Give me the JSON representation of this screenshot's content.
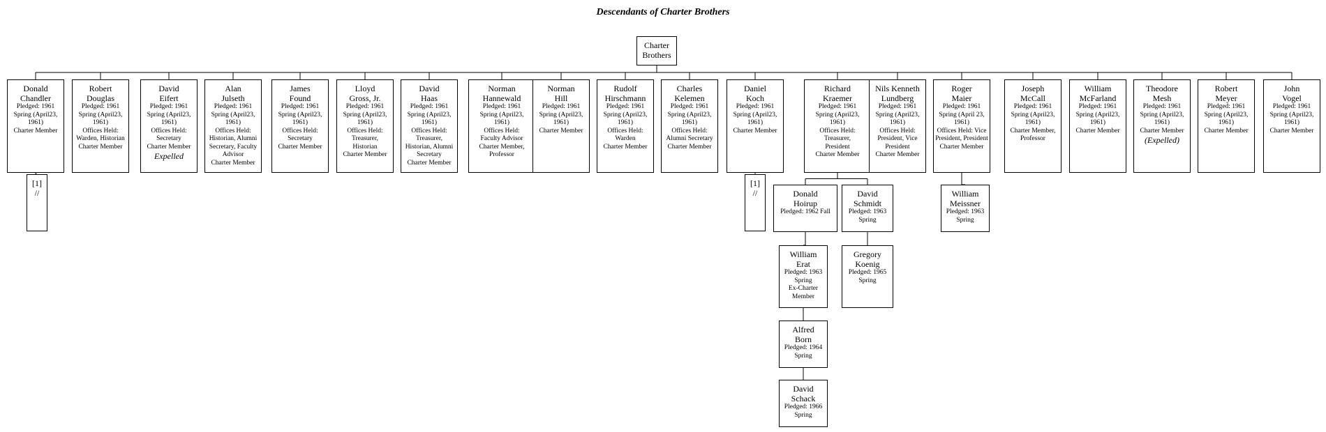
{
  "title": "Descendants of Charter Brothers",
  "root": {
    "name": [
      "Charter",
      "Brothers"
    ]
  },
  "members": [
    {
      "name": [
        "Donald",
        "Chandler"
      ],
      "lines": [
        "Pledged: 1961",
        "Spring (April23,",
        "1961)",
        "Charter Member"
      ]
    },
    {
      "name": [
        "Robert",
        "Douglas"
      ],
      "lines": [
        "Pledged: 1961",
        "Spring (April23,",
        "1961)",
        "Offices Held:",
        "Warden, Historian",
        "Charter Member"
      ]
    },
    {
      "name": [
        "David",
        "Eifert"
      ],
      "lines": [
        "Pledged: 1961",
        "Spring (April23,",
        "1961)",
        "Offices Held:",
        "Secretary",
        "Charter Member"
      ],
      "note": "Expelled"
    },
    {
      "name": [
        "Alan",
        "Julseth"
      ],
      "lines": [
        "Pledged: 1961",
        "Spring (April23,",
        "1961)",
        "Offices Held:",
        "Historian, Alumni",
        "Secretary, Faculty",
        "Advisor",
        "Charter Member"
      ]
    },
    {
      "name": [
        "James",
        "Found"
      ],
      "lines": [
        "Pledged: 1961",
        "Spring (April23,",
        "1961)",
        "Offices Held:",
        "Secretary",
        "Charter Member"
      ]
    },
    {
      "name": [
        "Lloyd",
        "Gross, Jr."
      ],
      "lines": [
        "Pledged: 1961",
        "Spring (April23,",
        "1961)",
        "Offices Held:",
        "Treasurer,",
        "Historian",
        "Charter Member"
      ]
    },
    {
      "name": [
        "David",
        "Haas"
      ],
      "lines": [
        "Pledged: 1961",
        "Spring (April23,",
        "1961)",
        "Offices Held:",
        "Treasurer,",
        "Historian, Alumni",
        "Secretary",
        "Charter Member"
      ]
    },
    {
      "name": [
        "Norman",
        "Hannewald"
      ],
      "lines": [
        "Pledged: 1961",
        "Spring (April23,",
        "1961)",
        "Offices Held:",
        "Faculty Advisor",
        "Charter Member,",
        "Professor"
      ]
    },
    {
      "name": [
        "Norman",
        "Hill"
      ],
      "lines": [
        "Pledged: 1961",
        "Spring (April23,",
        "1961)",
        "Charter Member"
      ]
    },
    {
      "name": [
        "Rudolf",
        "Hirschmann"
      ],
      "lines": [
        "Pledged: 1961",
        "Spring (April23,",
        "1961)",
        "Offices Held:",
        "Warden",
        "Charter Member"
      ]
    },
    {
      "name": [
        "Charles",
        "Kelemen"
      ],
      "lines": [
        "Pledged: 1961",
        "Spring (April23,",
        "1961)",
        "Offices Held:",
        "Alumni Secretary",
        "Charter Member"
      ]
    },
    {
      "name": [
        "Daniel",
        "Koch"
      ],
      "lines": [
        "Pledged: 1961",
        "Spring (April23,",
        "1961)",
        "Charter Member"
      ]
    },
    {
      "name": [
        "Richard",
        "Kraemer"
      ],
      "lines": [
        "Pledged: 1961",
        "Spring (April23,",
        "1961)",
        "Offices Held:",
        "Treasurer,",
        "President",
        "Charter Member"
      ]
    },
    {
      "name": [
        "Nils Kenneth",
        "Lundberg"
      ],
      "lines": [
        "Pledged: 1961",
        "Spring (April23,",
        "1961)",
        "Offices Held:",
        "President, Vice",
        "President",
        "Charter Member"
      ]
    },
    {
      "name": [
        "Roger",
        "Maier"
      ],
      "lines": [
        "Pledged: 1961",
        "Spring (April 23,",
        "1961)",
        "Offices Held: Vice",
        "President, President",
        "Charter Member"
      ]
    },
    {
      "name": [
        "Joseph",
        "McCall"
      ],
      "lines": [
        "Pledged: 1961",
        "Spring (April23,",
        "1961)",
        "Charter Member,",
        "Professor"
      ]
    },
    {
      "name": [
        "William",
        "McFarland"
      ],
      "lines": [
        "Pledged: 1961",
        "Spring (April23,",
        "1961)",
        "Charter Member"
      ]
    },
    {
      "name": [
        "Theodore",
        "Mesh"
      ],
      "lines": [
        "Pledged: 1961",
        "Spring (April23,",
        "1961)",
        "Charter Member"
      ],
      "note": "(Expelled)"
    },
    {
      "name": [
        "Robert",
        "Meyer"
      ],
      "lines": [
        "Pledged: 1961",
        "Spring (April23,",
        "1961)",
        "Charter Member"
      ]
    },
    {
      "name": [
        "John",
        "Vogel"
      ],
      "lines": [
        "Pledged: 1961",
        "Spring (April23,",
        "1961)",
        "Charter Member"
      ]
    }
  ],
  "descendants": [
    {
      "id": "chandler-note",
      "parent": 0,
      "name": [
        "[1]",
        "//"
      ],
      "lines": []
    },
    {
      "id": "koch-note",
      "parent": 11,
      "name": [
        "[1]",
        "//"
      ],
      "lines": []
    },
    {
      "id": "hoirup",
      "parent": 12,
      "name": [
        "Donald",
        "Hoirup"
      ],
      "lines": [
        "Pledged: 1962 Fall"
      ]
    },
    {
      "id": "schmidt",
      "parent": 12,
      "name": [
        "David",
        "Schmidt"
      ],
      "lines": [
        "Pledged: 1963",
        "Spring"
      ]
    },
    {
      "id": "meissner",
      "parent": 14,
      "name": [
        "William",
        "Meissner"
      ],
      "lines": [
        "Pledged: 1963",
        "Spring"
      ]
    },
    {
      "id": "erat",
      "parent": "hoirup",
      "name": [
        "William",
        "Erat"
      ],
      "lines": [
        "Pledged: 1963",
        "Spring",
        "Ex-Charter",
        "Member"
      ]
    },
    {
      "id": "koenig",
      "parent": "schmidt",
      "name": [
        "Gregory",
        "Koenig"
      ],
      "lines": [
        "Pledged: 1965",
        "Spring"
      ]
    },
    {
      "id": "born",
      "parent": "erat",
      "name": [
        "Alfred",
        "Born"
      ],
      "lines": [
        "Pledged: 1964",
        "Spring"
      ]
    },
    {
      "id": "schack",
      "parent": "born",
      "name": [
        "David",
        "Schack"
      ],
      "lines": [
        "Pledged: 1966",
        "Spring"
      ]
    }
  ]
}
